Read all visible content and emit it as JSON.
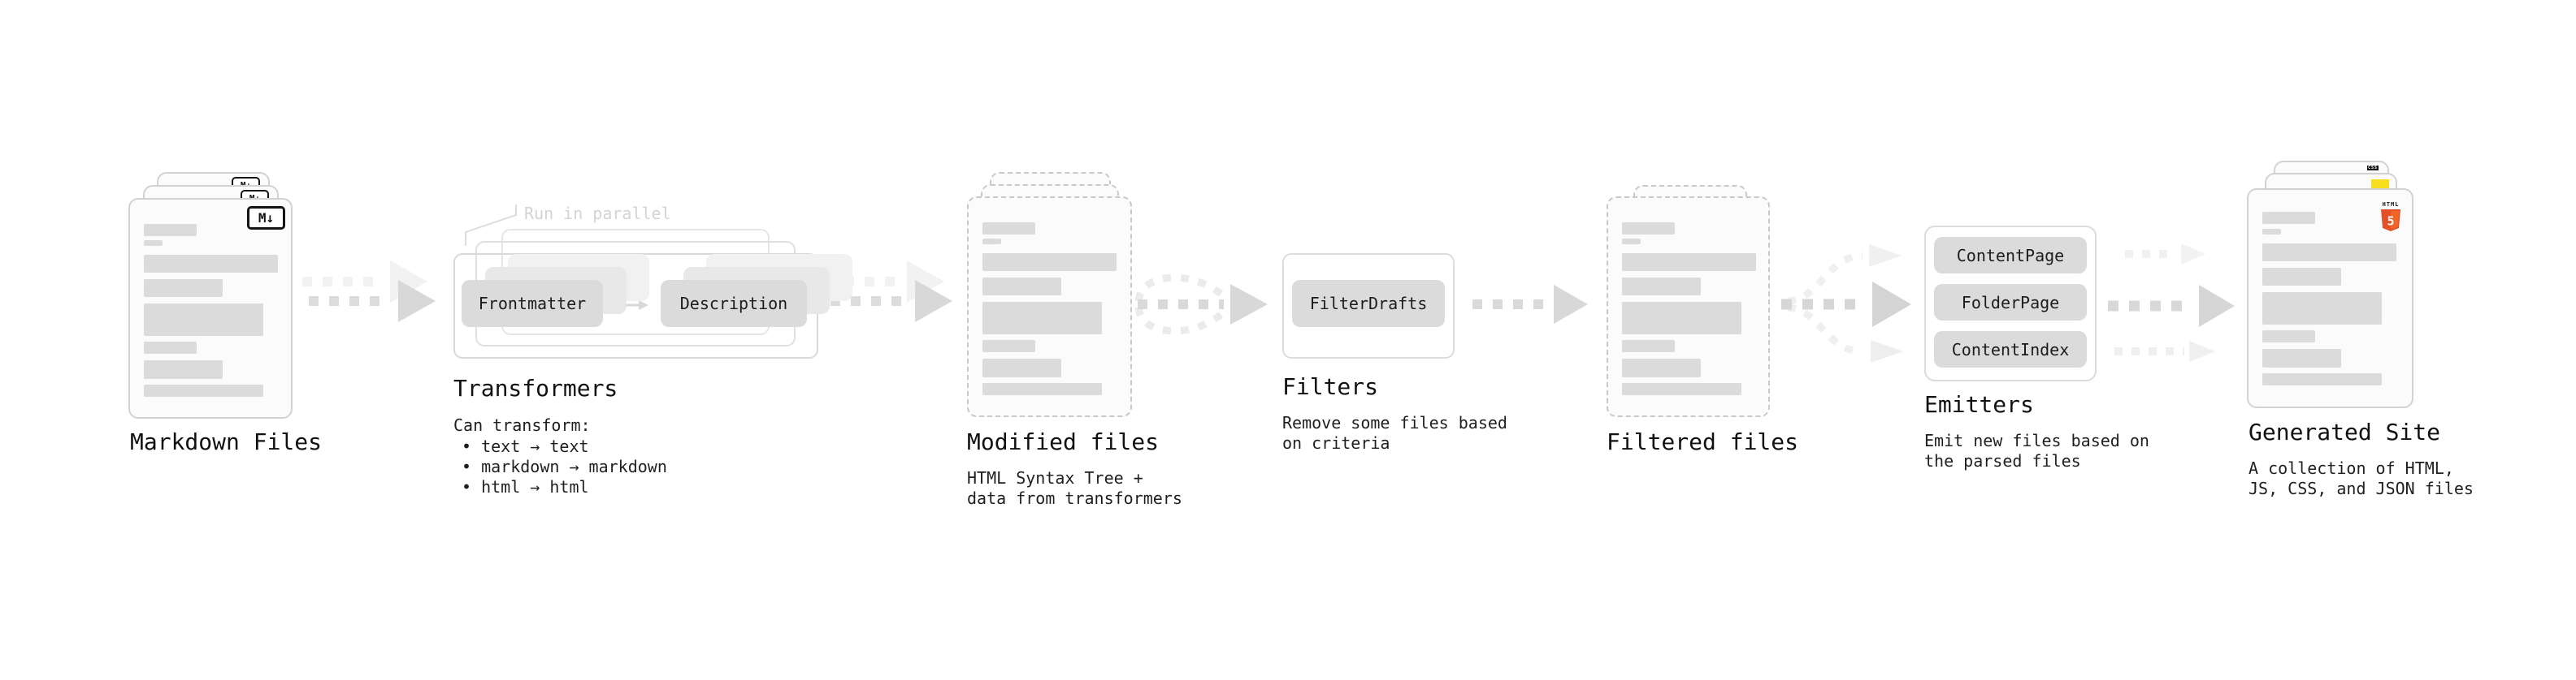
{
  "diagram": {
    "markdown_files": {
      "label": "Markdown Files",
      "badge": "M↓"
    },
    "transformers": {
      "label": "Transformers",
      "parallel_note": "Run in parallel",
      "pill_frontmatter": "Frontmatter",
      "pill_description": "Description",
      "desc_title": "Can transform:",
      "bullets": [
        "• text → text",
        "• markdown → markdown",
        "• html → html"
      ]
    },
    "modified_files": {
      "label": "Modified files",
      "desc_line1": "HTML Syntax Tree +",
      "desc_line2": "data from transformers"
    },
    "filters": {
      "label": "Filters",
      "pill": "FilterDrafts",
      "desc_line1": "Remove some files based",
      "desc_line2": "on criteria"
    },
    "filtered_files": {
      "label": "Filtered files"
    },
    "emitters": {
      "label": "Emitters",
      "pills": [
        "ContentPage",
        "FolderPage",
        "ContentIndex"
      ],
      "desc_line1": "Emit new files based on",
      "desc_line2": "the parsed files"
    },
    "generated_site": {
      "label": "Generated Site",
      "desc_line1": "A collection of HTML,",
      "desc_line2": "JS, CSS, and JSON files",
      "html5_word": "HTML",
      "html5_number": "5",
      "css_word": "CSS"
    },
    "colors": {
      "text": "#161616",
      "note": "#d4d4d4",
      "card_border": "#d2d2d2",
      "dashed_border": "#c8c8c8",
      "bar": "#dbdbdb",
      "pill_bg": "#dbdbdb",
      "arrow": "#d8d8d8",
      "arrow_faint": "#efefef",
      "html5_orange": "#e34f26",
      "js_yellow": "#f7df1e",
      "css_blue": "#2965f1"
    }
  }
}
